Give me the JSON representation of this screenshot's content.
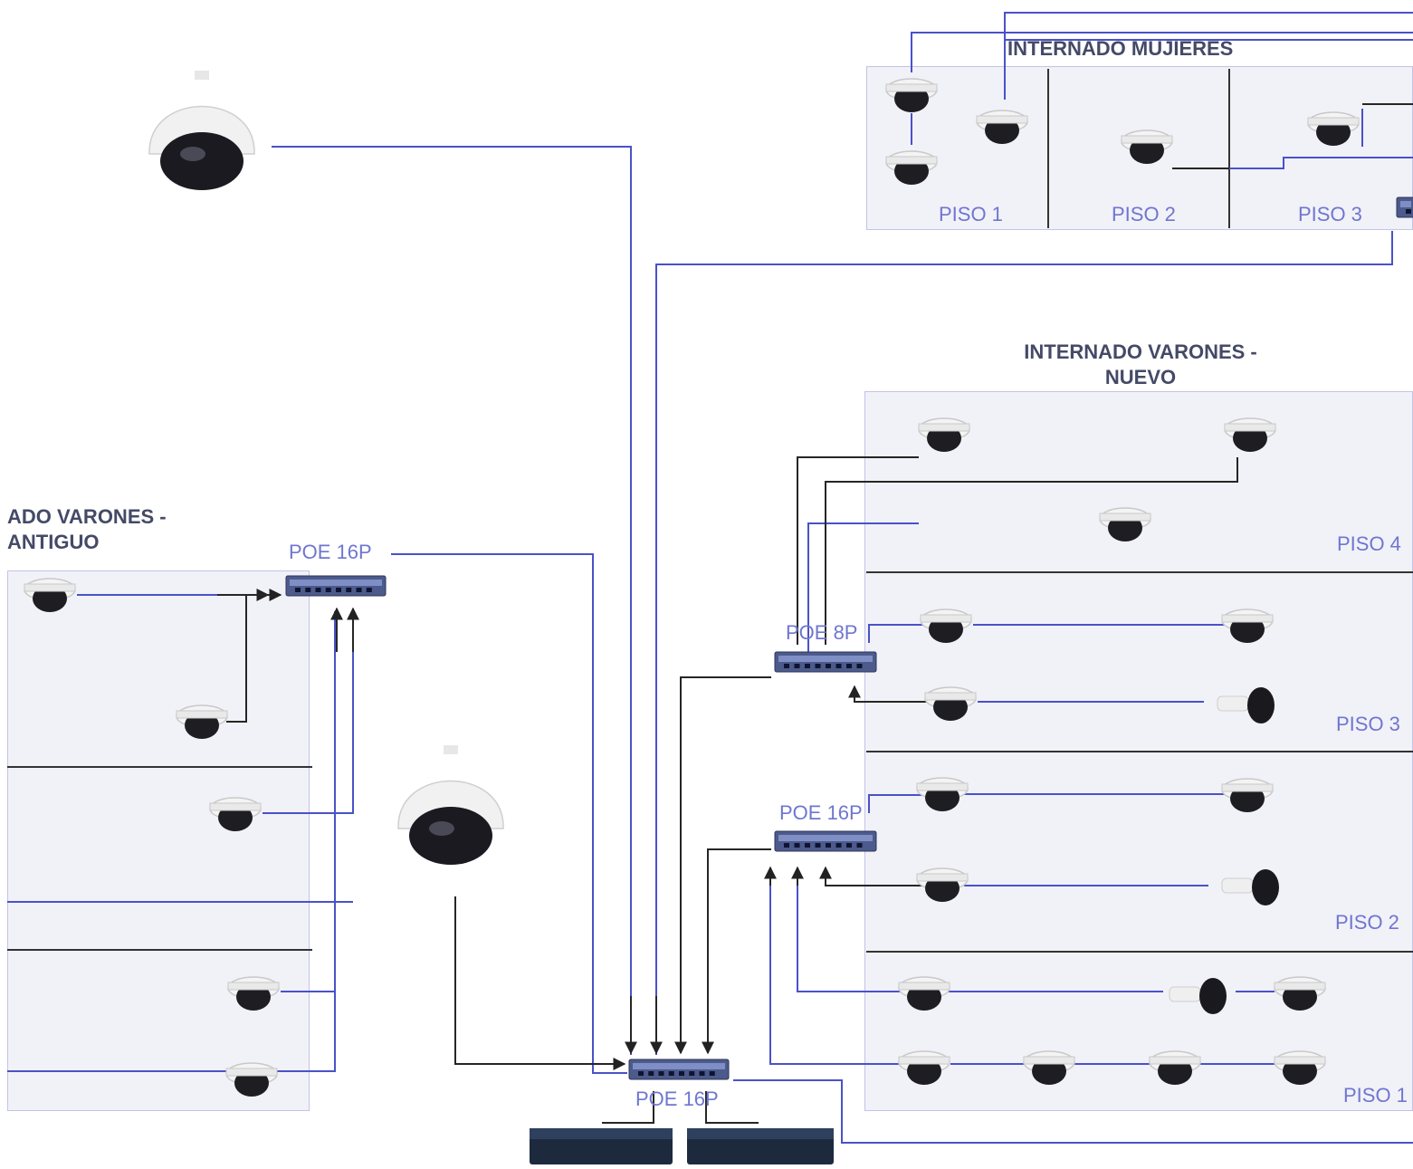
{
  "colors": {
    "link": "#4a52c8",
    "dark_link": "#262626",
    "building_fill": "#f1f1f8",
    "building_border": "#c2c4e6",
    "blue_label": "#6f76cf",
    "dark_label": "#444a66"
  },
  "buildings": {
    "mujeres": {
      "title": "INTERNADO MUJIERES",
      "floors": [
        "PISO 1",
        "PISO 2",
        "PISO 3"
      ]
    },
    "varones_nuevo": {
      "title_line1": "INTERNADO VARONES -",
      "title_line2": "NUEVO",
      "floors": [
        "PISO 4",
        "PISO 3",
        "PISO 2",
        "PISO 1"
      ]
    },
    "varones_antiguo": {
      "title_line1": "ADO VARONES -",
      "title_line2": "ANTIGUO"
    }
  },
  "switches": {
    "antiguo": "POE 16P",
    "nuevo_upper": "POE 8P",
    "nuevo_lower": "POE 16P",
    "core": "POE 16P"
  },
  "icons": {
    "dome_camera": "dome-camera-icon",
    "ptz_camera": "ptz-camera-icon",
    "bullet_camera": "bullet-camera-icon",
    "poe_switch": "poe-switch-icon",
    "nvr": "nvr-recorder-icon"
  }
}
